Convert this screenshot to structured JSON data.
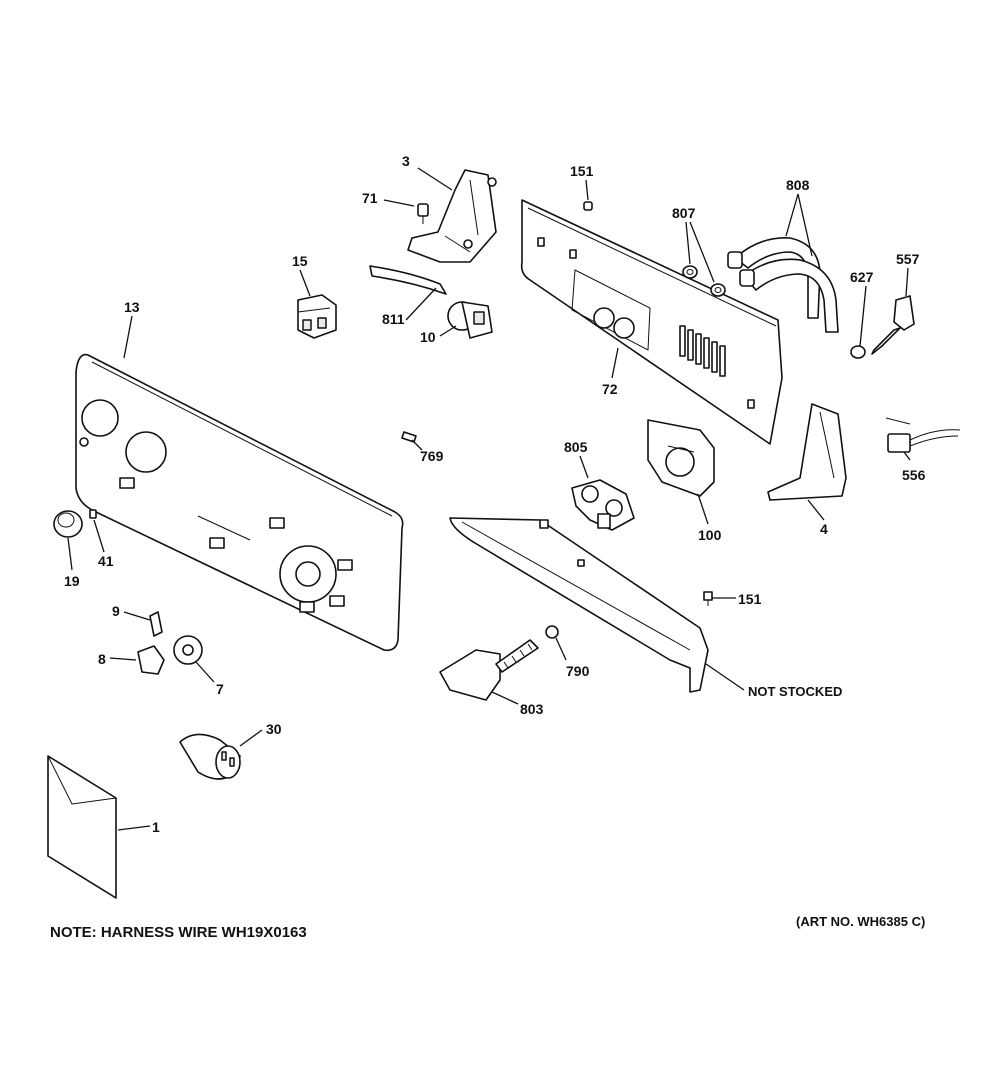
{
  "callouts": {
    "c3": "3",
    "c71": "71",
    "c151a": "151",
    "c807": "807",
    "c808": "808",
    "c557": "557",
    "c627": "627",
    "c15": "15",
    "c811": "811",
    "c10": "10",
    "c13": "13",
    "c72": "72",
    "c769": "769",
    "c805": "805",
    "c100": "100",
    "c4": "4",
    "c556": "556",
    "c19": "19",
    "c41": "41",
    "c9": "9",
    "c8": "8",
    "c7": "7",
    "c151b": "151",
    "c790": "790",
    "c803": "803",
    "c30": "30",
    "c1": "1",
    "not_stocked": "NOT STOCKED"
  },
  "note": "NOTE: HARNESS WIRE WH19X0163",
  "art_number": "(ART NO. WH6385 C)"
}
